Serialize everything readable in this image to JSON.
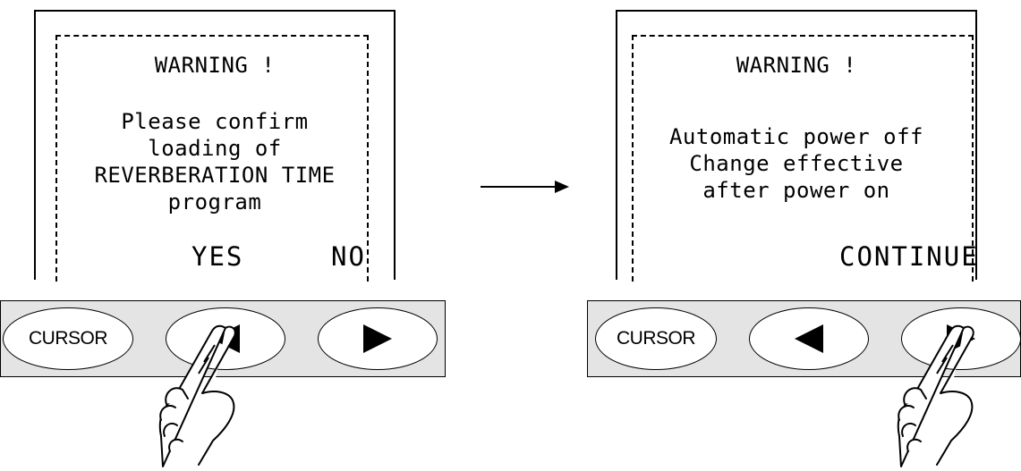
{
  "left_screen": {
    "title": "WARNING !",
    "lines": [
      "Please confirm",
      "loading of",
      "REVERBERATION TIME",
      "program"
    ],
    "softkeys": {
      "yes": "YES",
      "no": "NO"
    }
  },
  "right_screen": {
    "title": "WARNING !",
    "lines": [
      "Automatic power off",
      "Change effective",
      "after power on"
    ],
    "softkeys": {
      "continue": "CONTINUE"
    }
  },
  "left_keypad": {
    "cursor_label": "CURSOR"
  },
  "right_keypad": {
    "cursor_label": "CURSOR"
  },
  "icons": {
    "left_arrow": "left-triangle-icon",
    "right_arrow": "right-triangle-icon",
    "transition_arrow": "arrow-right-icon",
    "hand": "pointing-hand-icon"
  }
}
